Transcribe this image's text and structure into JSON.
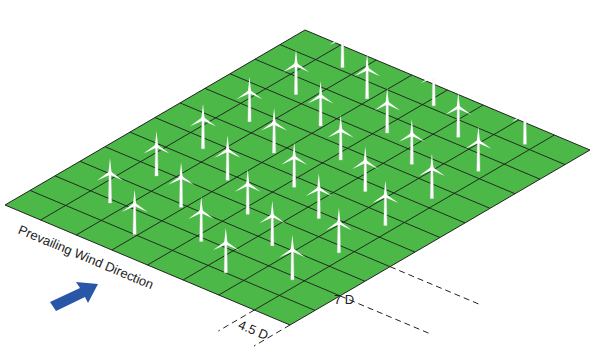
{
  "diagram": {
    "labels": [
      "Prevailing Wind Direction",
      "7 D",
      "4.5 D"
    ]
  }
}
